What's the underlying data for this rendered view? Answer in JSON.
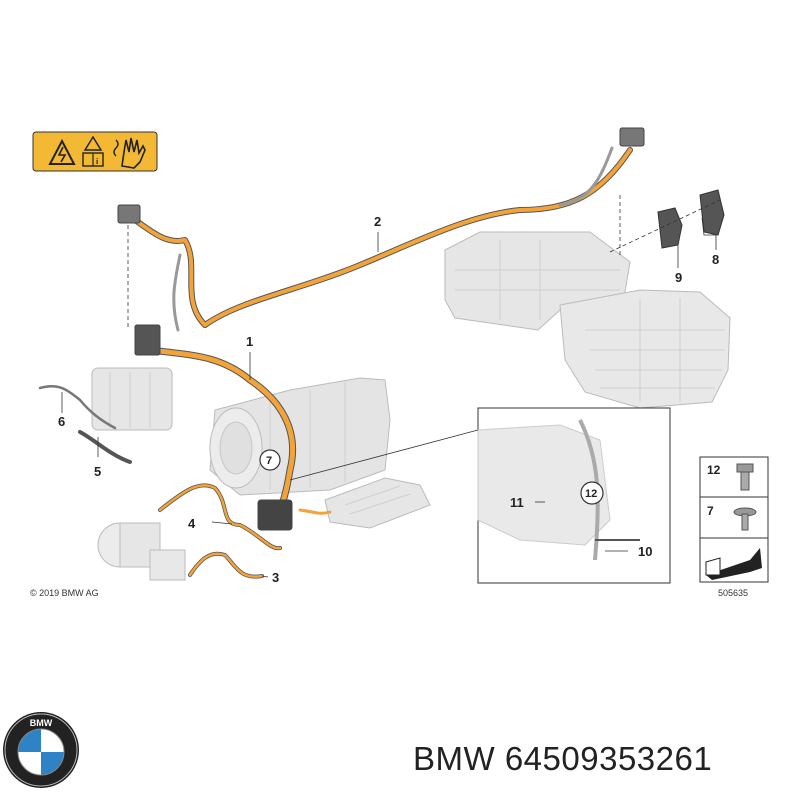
{
  "copyright": "© 2019 BMW AG",
  "image_number": "505635",
  "callouts": {
    "c1": "1",
    "c2": "2",
    "c3": "3",
    "c4": "4",
    "c5": "5",
    "c6": "6",
    "c7": "7",
    "c8": "8",
    "c9": "9",
    "c10": "10",
    "c11": "11",
    "c12": "12"
  },
  "legend": {
    "item_12": "12",
    "item_7": "7"
  },
  "footer": {
    "brand": "BMW",
    "part_number": "64509353261"
  },
  "logo": {
    "letters": "BMW"
  },
  "colors": {
    "cable": "#f2a33a",
    "warning_bg": "#f3b934",
    "component": "#e3e3e3",
    "line": "#333333"
  }
}
